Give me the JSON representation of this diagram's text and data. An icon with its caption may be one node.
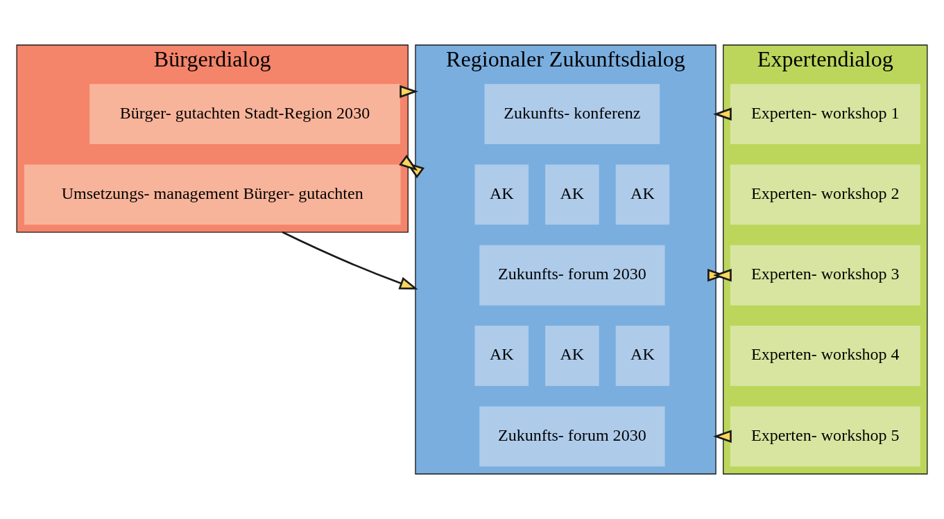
{
  "diagram": {
    "nodes": [
      {
        "text": [
          "Bürgerdialog"
        ]
      },
      {
        "text": [
          "Bürger- gutachten Stadt-Region 2030"
        ],
        "in": 0
      },
      {
        "text": [
          "Umsetzungs- management Bürger- gutachten"
        ],
        "in": 0
      },
      {
        "text": [
          "Regionaler Zukunftsdialog"
        ]
      },
      {
        "text": [
          "Zukunfts- konferenz"
        ],
        "in": 3
      },
      {
        "text": [
          "AK"
        ],
        "in": 3
      },
      {
        "text": [
          "AK"
        ],
        "in": 3
      },
      {
        "text": [
          "AK"
        ],
        "in": 3
      },
      {
        "text": [
          "Zukunfts- forum 2030"
        ],
        "in": 3
      },
      {
        "text": [
          "AK"
        ],
        "in": 3
      },
      {
        "text": [
          "AK"
        ],
        "in": 3
      },
      {
        "text": [
          "AK"
        ],
        "in": 3
      },
      {
        "text": [
          "Zukunfts- forum 2030"
        ],
        "in": 3
      },
      {
        "text": [
          "Expertendialog"
        ]
      },
      {
        "text": [
          "Experten- workshop 1"
        ],
        "in": 13
      },
      {
        "text": [
          "Experten- workshop 2"
        ],
        "in": 13
      },
      {
        "text": [
          "Experten- workshop 3"
        ],
        "in": 13
      },
      {
        "text": [
          "Experten- workshop 4"
        ],
        "in": 13
      },
      {
        "text": [
          "Experten- workshop 5"
        ],
        "in": 13
      }
    ],
    "edges": [
      {
        "from": 0,
        "to": 3,
        "arrow": "to"
      },
      {
        "from": 0,
        "to": 3,
        "arrow": "both"
      },
      {
        "from": 0,
        "to": 3,
        "arrow": "to"
      },
      {
        "from": 13,
        "to": 3,
        "arrow": "to"
      },
      {
        "from": 13,
        "to": 3,
        "arrow": "both"
      },
      {
        "from": 13,
        "to": 3,
        "arrow": "to"
      }
    ]
  }
}
